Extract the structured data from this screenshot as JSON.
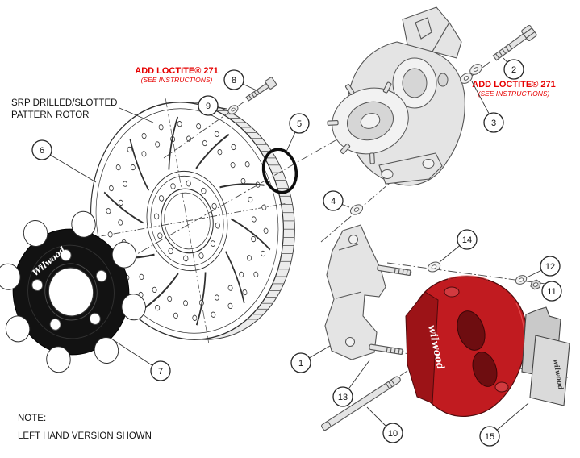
{
  "diagram": {
    "rotor_label_line1": "SRP DRILLED/SLOTTED",
    "rotor_label_line2": "PATTERN ROTOR",
    "note_line1": "NOTE:",
    "note_line2": "LEFT HAND VERSION SHOWN",
    "loctite_left_line1": "ADD LOCTITE® 271",
    "loctite_left_line2": "(SEE INSTRUCTIONS)",
    "loctite_right_line1": "ADD LOCTITE® 271",
    "loctite_right_line2": "(SEE INSTRUCTIONS)",
    "brand_hat": "Wilwood",
    "brand_caliper": "wilwood",
    "brand_pad": "wilwood"
  },
  "callouts": [
    {
      "number": "1"
    },
    {
      "number": "2"
    },
    {
      "number": "3"
    },
    {
      "number": "4"
    },
    {
      "number": "5"
    },
    {
      "number": "6"
    },
    {
      "number": "7"
    },
    {
      "number": "8"
    },
    {
      "number": "9"
    },
    {
      "number": "10"
    },
    {
      "number": "11"
    },
    {
      "number": "12"
    },
    {
      "number": "13"
    },
    {
      "number": "14"
    },
    {
      "number": "15"
    }
  ],
  "colors": {
    "accent_red": "#e60000",
    "caliper_red": "#c11b20",
    "line": "#474747"
  }
}
